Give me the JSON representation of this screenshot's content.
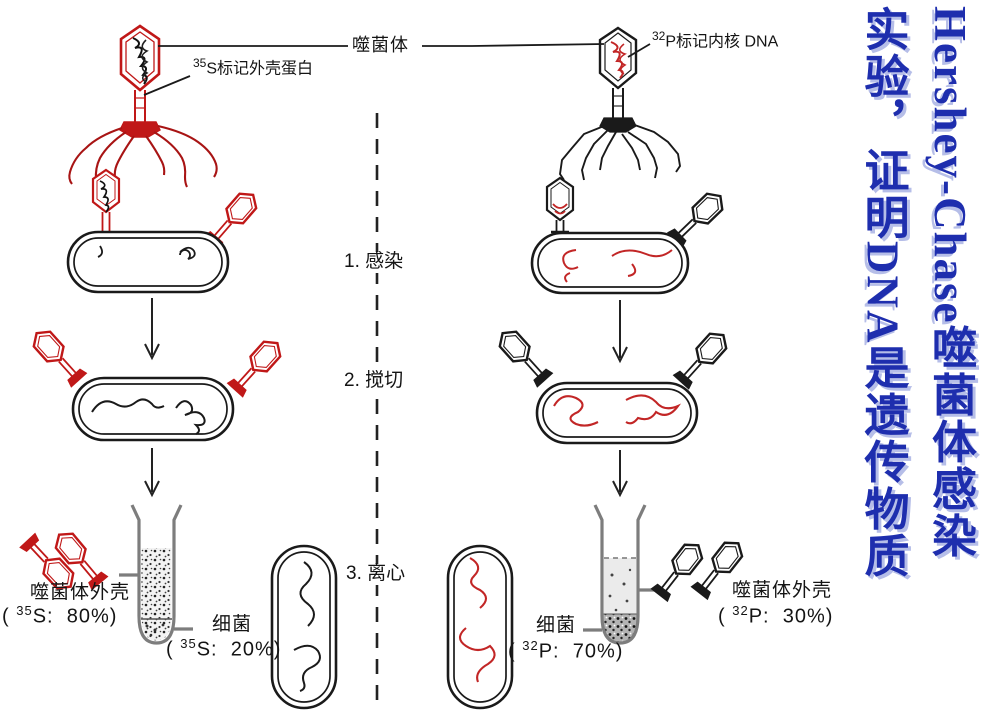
{
  "header": {
    "phage_label": "噬菌体",
    "left_marker_sup": "35",
    "left_marker_text": "S标记外壳蛋白",
    "right_marker_sup": "32",
    "right_marker_text": "P标记内核 DNA"
  },
  "steps": {
    "step1": "1. 感染",
    "step2": "2. 搅切",
    "step3": "3. 离心"
  },
  "results": {
    "left_shell_label": "噬菌体外壳",
    "left_shell_open": "( ",
    "left_shell_sup": "35",
    "left_shell_rest": "S:  80%)",
    "left_bact_label": "细菌",
    "left_bact_open": "( ",
    "left_bact_sup": "35",
    "left_bact_rest": "S:  20%)",
    "right_bact_label": "细菌",
    "right_bact_open": "( ",
    "right_bact_sup": "32",
    "right_bact_rest": "P:  70%)",
    "right_shell_label": "噬菌体外壳",
    "right_shell_open": "( ",
    "right_shell_sup": "32",
    "right_shell_rest": "P:  30%)"
  },
  "titles": {
    "column_outer": "Hershey-Chase噬菌体感染",
    "column_inner": "实验，证明DNA是遗传物质"
  },
  "colors": {
    "phage_red": "#c01818",
    "dna_red": "#c22626",
    "ink": "#1a1a1a",
    "title_blue": "#1e2eae",
    "tube_gray": "#7d7d7d"
  }
}
